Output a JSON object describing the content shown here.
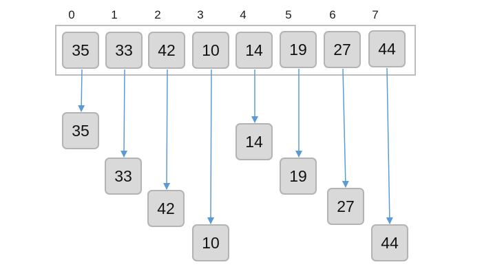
{
  "indices": [
    "0",
    "1",
    "2",
    "3",
    "4",
    "5",
    "6",
    "7"
  ],
  "array_values": [
    "35",
    "33",
    "42",
    "10",
    "14",
    "19",
    "27",
    "44"
  ],
  "placed_values": [
    "35",
    "33",
    "42",
    "10",
    "14",
    "19",
    "27",
    "44"
  ],
  "colors": {
    "cell_fill": "#d9d9d9",
    "cell_border": "#b3b3b3",
    "frame_border": "#bdbdbd",
    "arrow": "#5b9bd5"
  }
}
